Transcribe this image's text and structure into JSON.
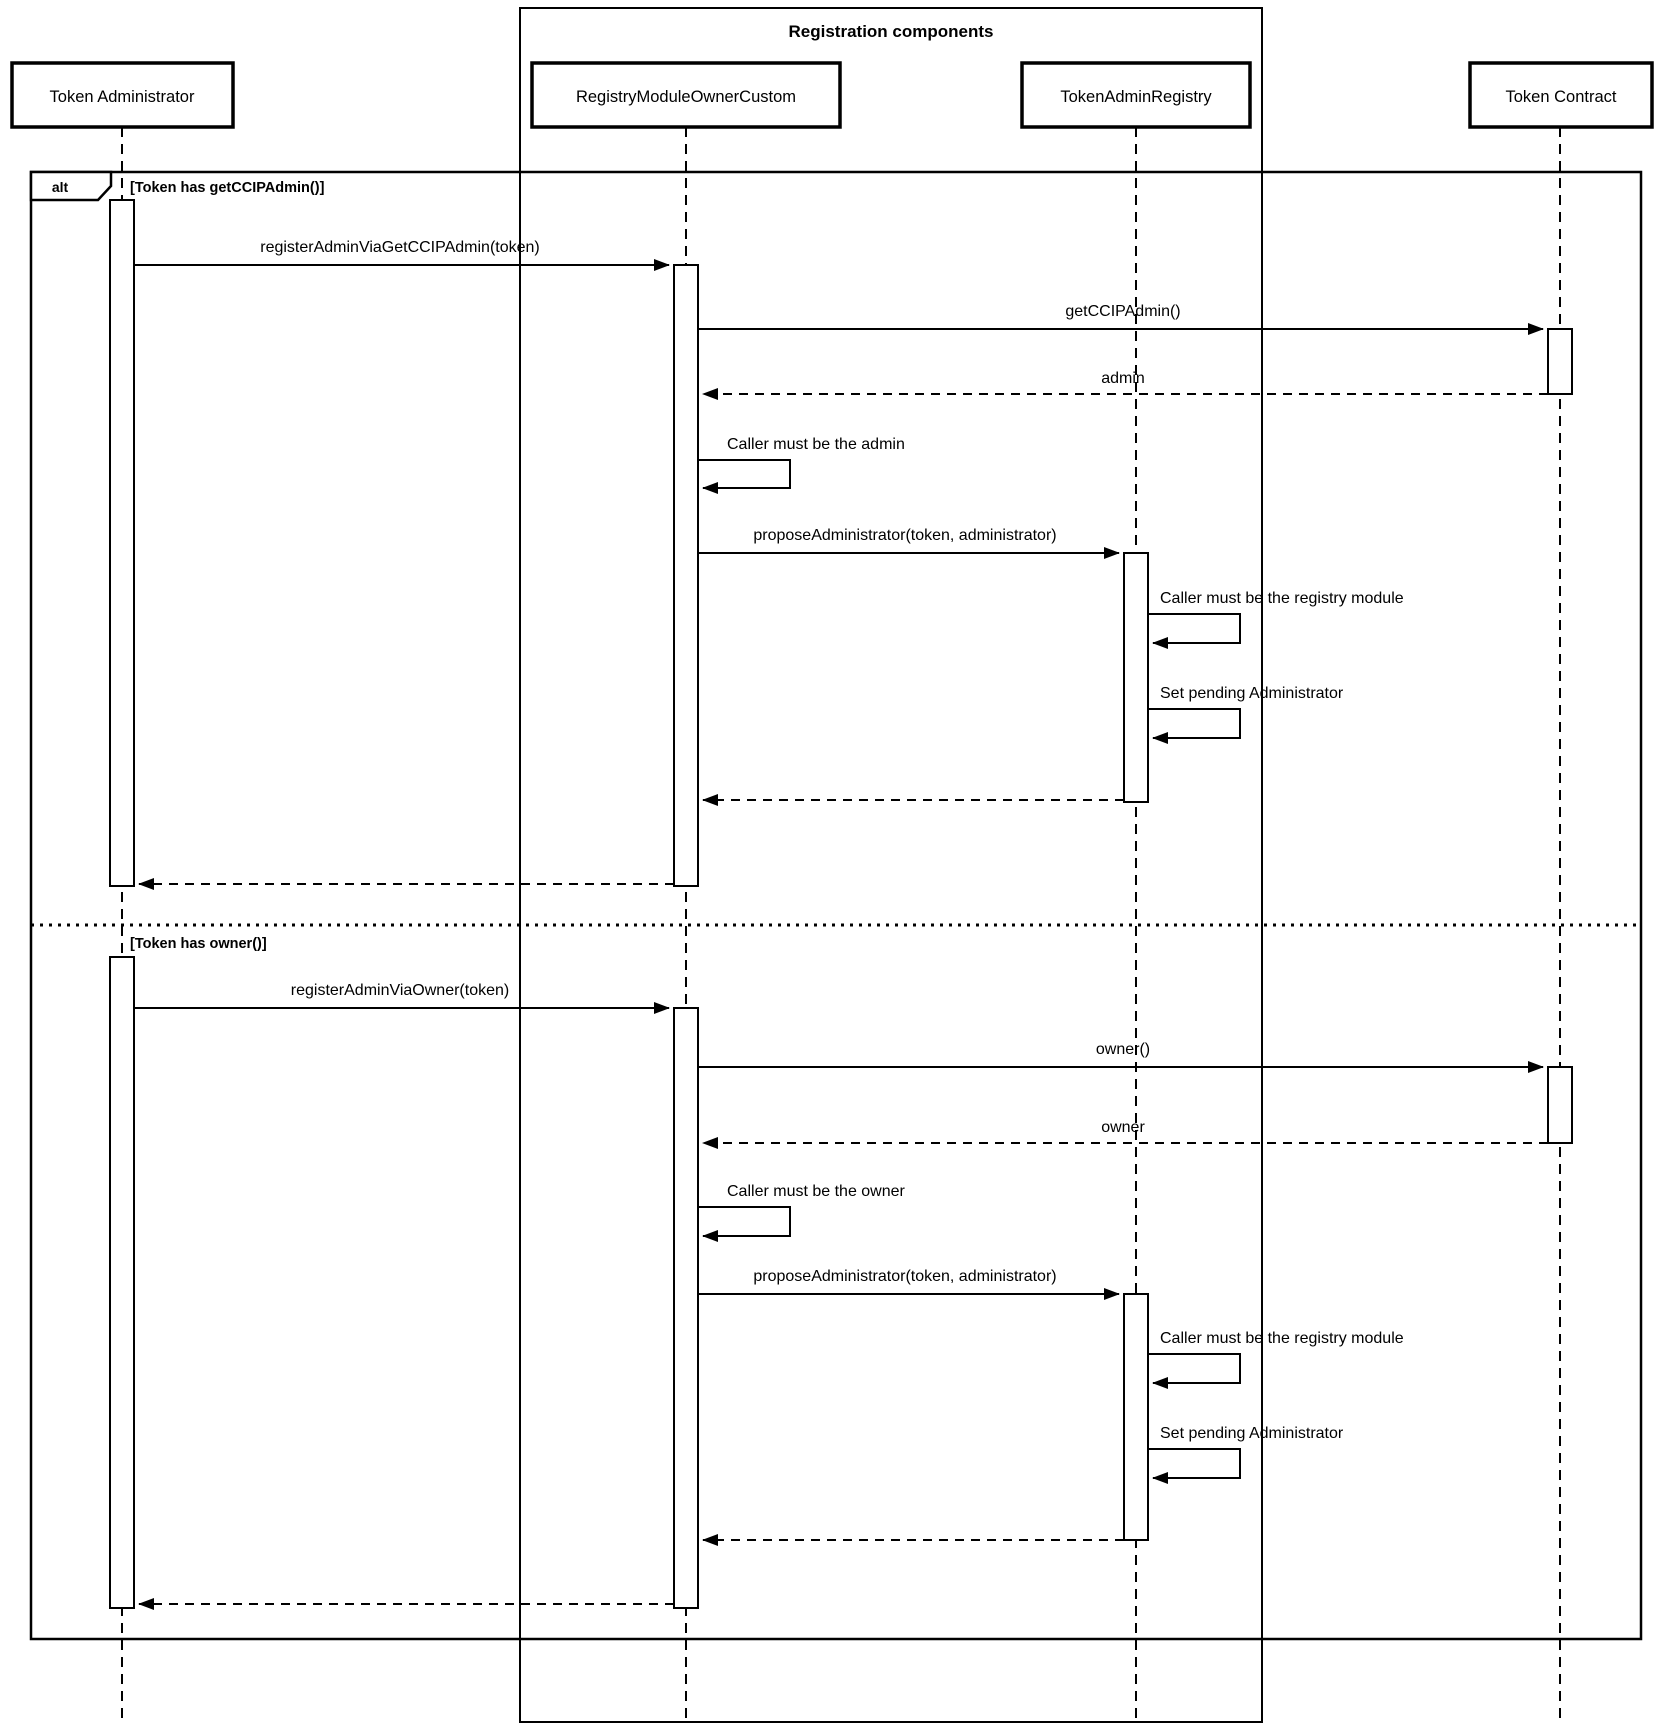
{
  "title": "Registration components",
  "colors": {
    "highlight": "#abd4e4",
    "stroke": "#000000",
    "background": "#ffffff"
  },
  "frame": {
    "operator": "alt",
    "guard1": "[Token has getCCIPAdmin()]",
    "guard2": "[Token has owner()]"
  },
  "participants": {
    "token_administrator": "Token Administrator",
    "registry_module_owner_custom": "RegistryModuleOwnerCustom",
    "token_admin_registry": "TokenAdminRegistry",
    "token_contract": "Token Contract"
  },
  "section1": {
    "msg_register": "registerAdminViaGetCCIPAdmin(token)",
    "msg_get_ccip_admin": "getCCIPAdmin()",
    "ret_admin": "admin",
    "self_caller_admin": "Caller must be the admin",
    "msg_propose": "proposeAdministrator(token, administrator)",
    "self_caller_registry": "Caller must be the registry module",
    "self_set_pending": "Set pending Administrator"
  },
  "section2": {
    "msg_register": "registerAdminViaOwner(token)",
    "msg_owner": "owner()",
    "ret_owner": "owner",
    "self_caller_owner": "Caller must be the owner",
    "msg_propose": "proposeAdministrator(token, administrator)",
    "self_caller_registry": "Caller must be the registry module",
    "self_set_pending": "Set pending Administrator"
  }
}
